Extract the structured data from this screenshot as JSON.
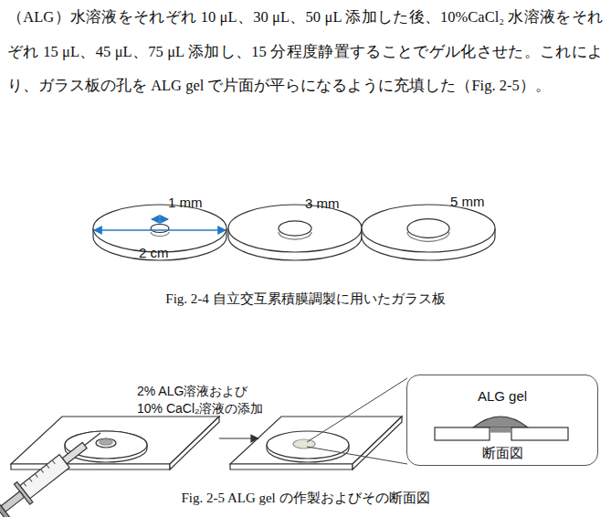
{
  "diagram": {
    "nodes": [
      {
        "text": [
          "ALG gel",
          "断面図"
        ]
      }
    ],
    "labels": [
      "（ALG）水溶液をそれぞれ 10 μL、30 μL、50 μL 添加した後、10%CaCl₂ 水溶液をそれぞれ 15 μL、45 μL、75 μL 添加し、15 分程度静置することでゲル化させた。これにより、ガラス板の孔を ALG gel で片面が平らになるように充填した（Fig. 2-5）。",
      "1 mm",
      "3 mm",
      "5 mm",
      "2 cm",
      "Fig. 2-4 自立交互累積膜調製に用いたガラス板",
      "2% ALG溶液および 10% CaCl₂溶液の添加",
      "Fig. 2-5 ALG gel の作製およびその断面図"
    ]
  }
}
